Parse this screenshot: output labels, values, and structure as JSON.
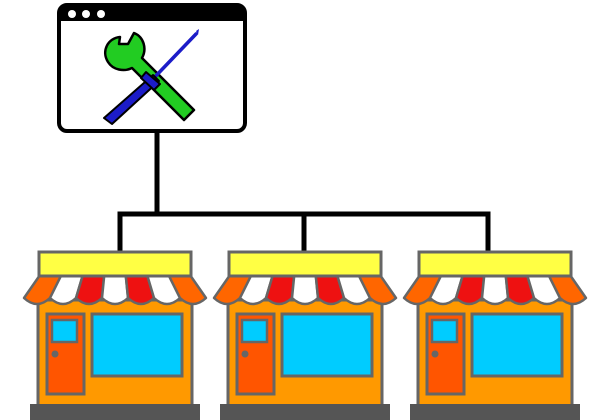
{
  "diagram": {
    "admin_window": {
      "icon": "wrench-screwdriver-tools-icon"
    },
    "stores": [
      {
        "id": "store-1",
        "icon": "storefront-icon"
      },
      {
        "id": "store-2",
        "icon": "storefront-icon"
      },
      {
        "id": "store-3",
        "icon": "storefront-icon"
      }
    ]
  },
  "colors": {
    "line": "#000000",
    "wrench": "#22cc22",
    "screwdriver": "#1c1cc8",
    "sign": "#ffff44",
    "awning_red": "#ee1111",
    "awning_orange": "#ff6600",
    "awning_white": "#ffffff",
    "wall": "#ff9900",
    "door": "#ff5500",
    "glass": "#00ccff",
    "base": "#555555",
    "outline": "#666666"
  }
}
